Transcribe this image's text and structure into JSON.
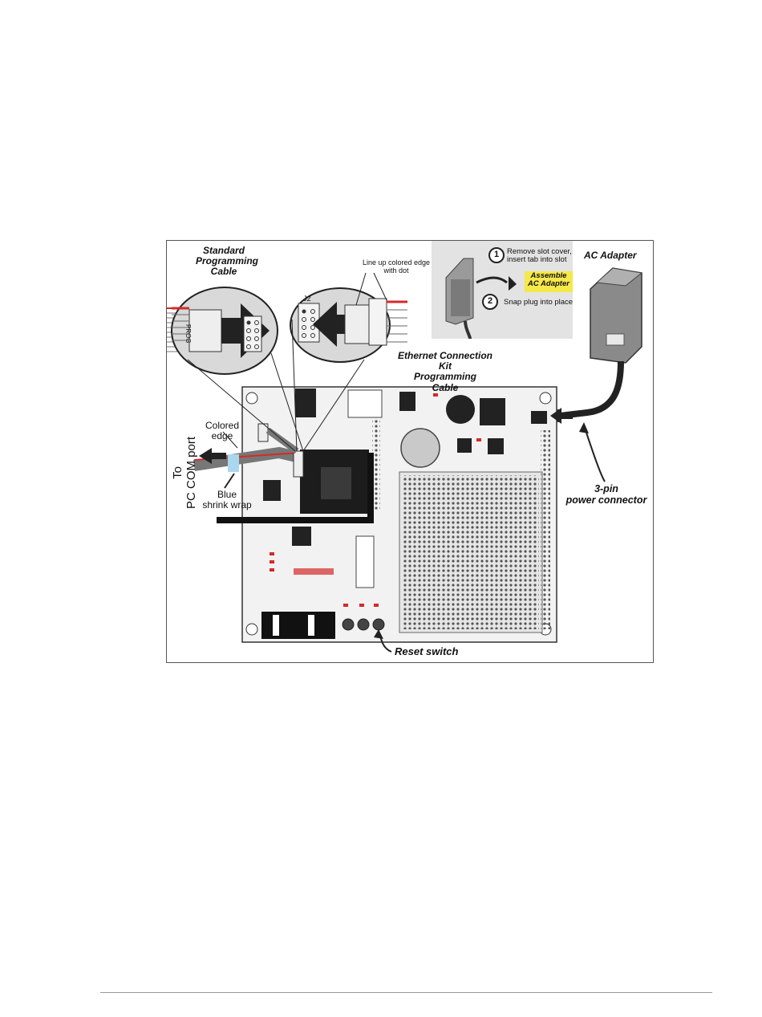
{
  "labels": {
    "standard_cable": [
      "Standard",
      "Programming",
      "Cable"
    ],
    "line_up": [
      "Line up colored edge",
      "with dot"
    ],
    "step1_number": "1",
    "step1_text": [
      "Remove slot cover,",
      "insert tab into slot"
    ],
    "assemble": [
      "Assemble",
      "AC Adapter"
    ],
    "step2_number": "2",
    "step2_text": "Snap plug into place",
    "ac_adapter": "AC Adapter",
    "j2": "J2",
    "prog": "PROG",
    "ethernet_cable": [
      "Ethernet Connection Kit",
      "Programming",
      "Cable"
    ],
    "colored_edge": [
      "Colored",
      "edge"
    ],
    "to_pc_com": [
      "To",
      "PC COM port"
    ],
    "blue_shrink": [
      "Blue",
      "shrink wrap"
    ],
    "power_connector": [
      "3-pin",
      "power connector"
    ],
    "reset_switch": "Reset switch"
  },
  "colors": {
    "cable_red": "#d42a2a",
    "shrink_wrap_blue": "#a9d8ee",
    "highlight_yellow": "#f5e84a",
    "adapter_gray": "#8a8a8a"
  }
}
